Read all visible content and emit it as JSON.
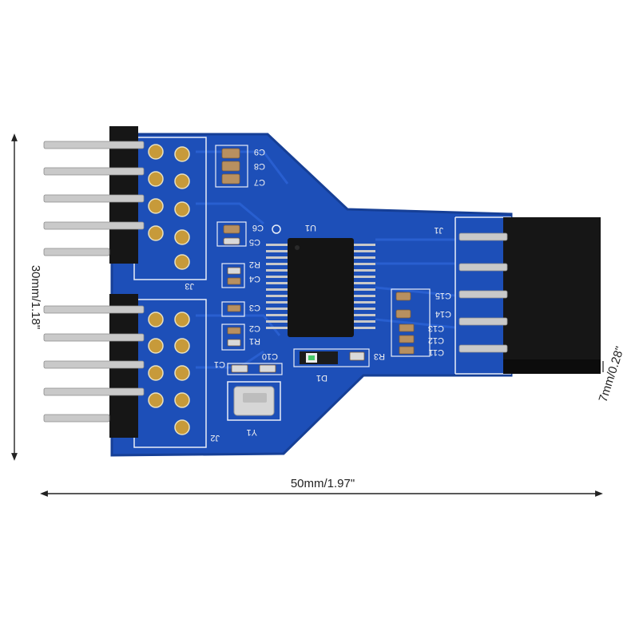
{
  "colors": {
    "pcb": "#1d4fb8",
    "pcb_dark": "#163f96",
    "silkscreen": "#e9eef8",
    "header_plastic": "#161616",
    "pin": "#c9c9c9",
    "pad": "#c79a3a",
    "dimension_line": "#222222"
  },
  "dimensions": {
    "height": "30mm/1.18\"",
    "width": "50mm/1.97\"",
    "depth": "7mm/0.28\""
  },
  "board_labels": {
    "J1": "J1",
    "J2": "J2",
    "J3": "J3",
    "U1": "U1",
    "Y1": "Y1",
    "D1": "D1",
    "C1": "C1",
    "C2": "C2",
    "C3": "C3",
    "C4": "C4",
    "C5": "C5",
    "C6": "C6",
    "C7": "C7",
    "C8": "C8",
    "C9": "C9",
    "C10": "C10",
    "C11": "C11",
    "C12": "C12",
    "C13": "C13",
    "C14": "C14",
    "C15": "C15",
    "R1": "R1",
    "R2": "R2",
    "R3": "R3"
  },
  "icons": [
    "usb-hub-chip-icon",
    "crystal-icon",
    "pin-header-icon",
    "led-icon"
  ]
}
